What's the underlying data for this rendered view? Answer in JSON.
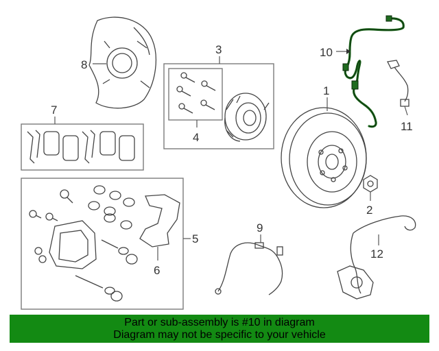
{
  "callouts": {
    "c1": "1",
    "c2": "2",
    "c3": "3",
    "c4": "4",
    "c5": "5",
    "c6": "6",
    "c7": "7",
    "c8": "8",
    "c9": "9",
    "c10": "10",
    "c11": "11",
    "c12": "12"
  },
  "banner": {
    "line1": "Part or sub-assembly is #10 in diagram",
    "line2": "Diagram may not be specific to your vehicle",
    "color": "#138a13"
  },
  "highlight_color": "#1f6b1f"
}
